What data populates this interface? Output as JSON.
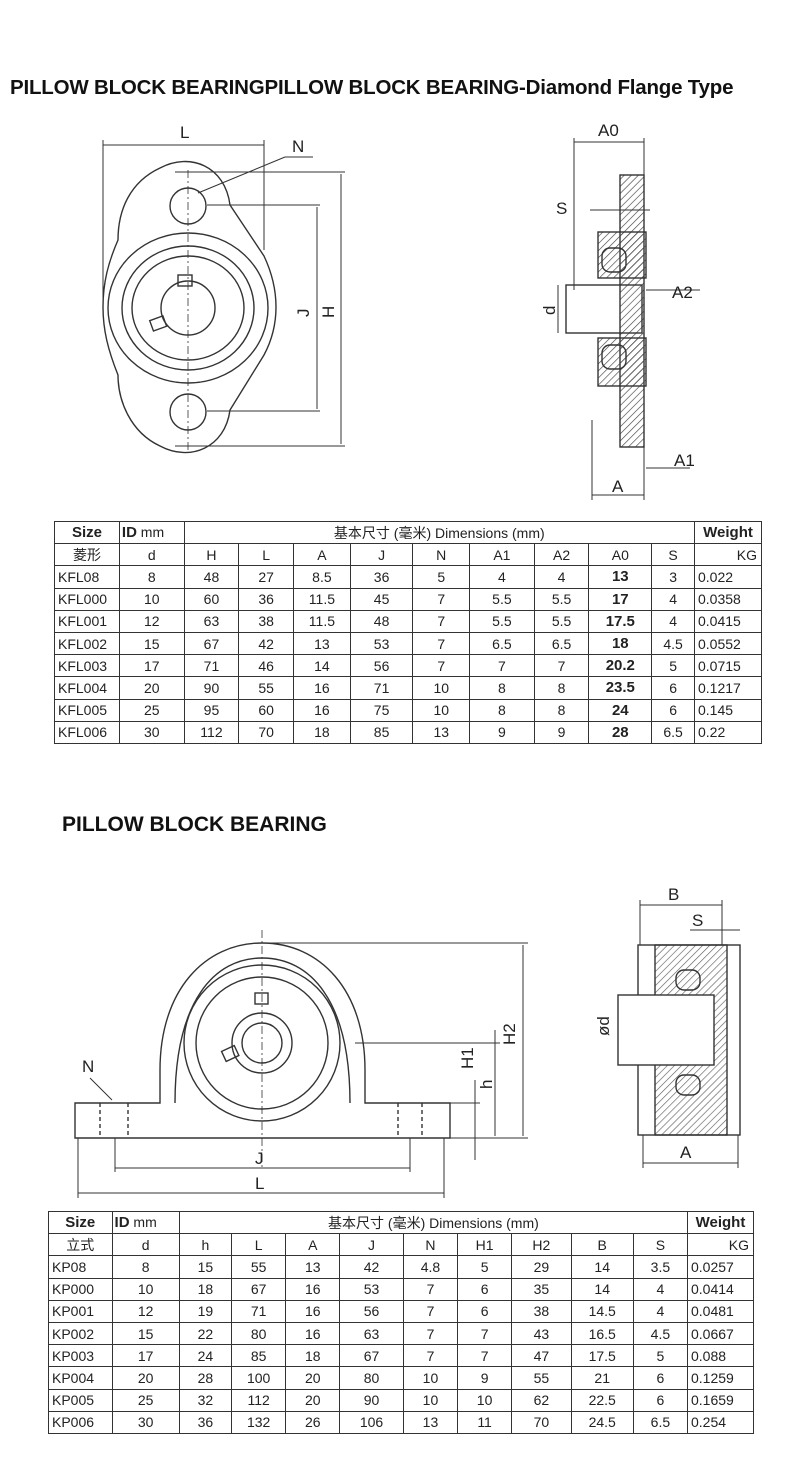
{
  "section1": {
    "title": "PILLOW BLOCK BEARINGPILLOW BLOCK BEARING-Diamond Flange Type",
    "drawing_labels": {
      "L": "L",
      "N": "N",
      "J": "J",
      "H": "H",
      "A0": "A0",
      "S": "S",
      "A2": "A2",
      "d": "d",
      "A1": "A1",
      "A": "A"
    },
    "table": {
      "header1": {
        "size": "Size",
        "id": "ID",
        "id_unit": "mm",
        "dims": "基本尺寸 (毫米) Dimensions (mm)",
        "weight": "Weight"
      },
      "header2": [
        "菱形",
        "d",
        "H",
        "L",
        "A",
        "J",
        "N",
        "A1",
        "A2",
        "A0",
        "S",
        "KG"
      ],
      "rows": [
        [
          "KFL08",
          "8",
          "48",
          "27",
          "8.5",
          "36",
          "5",
          "4",
          "4",
          "13",
          "3",
          "0.022"
        ],
        [
          "KFL000",
          "10",
          "60",
          "36",
          "11.5",
          "45",
          "7",
          "5.5",
          "5.5",
          "17",
          "4",
          "0.0358"
        ],
        [
          "KFL001",
          "12",
          "63",
          "38",
          "11.5",
          "48",
          "7",
          "5.5",
          "5.5",
          "17.5",
          "4",
          "0.0415"
        ],
        [
          "KFL002",
          "15",
          "67",
          "42",
          "13",
          "53",
          "7",
          "6.5",
          "6.5",
          "18",
          "4.5",
          "0.0552"
        ],
        [
          "KFL003",
          "17",
          "71",
          "46",
          "14",
          "56",
          "7",
          "7",
          "7",
          "20.2",
          "5",
          "0.0715"
        ],
        [
          "KFL004",
          "20",
          "90",
          "55",
          "16",
          "71",
          "10",
          "8",
          "8",
          "23.5",
          "6",
          "0.1217"
        ],
        [
          "KFL005",
          "25",
          "95",
          "60",
          "16",
          "75",
          "10",
          "8",
          "8",
          "24",
          "6",
          "0.145"
        ],
        [
          "KFL006",
          "30",
          "112",
          "70",
          "18",
          "85",
          "13",
          "9",
          "9",
          "28",
          "6.5",
          "0.22"
        ]
      ]
    }
  },
  "section2": {
    "title": "PILLOW BLOCK BEARING",
    "drawing_labels": {
      "N": "N",
      "J": "J",
      "L": "L",
      "H1": "H1",
      "h": "h",
      "H2": "H2",
      "B": "B",
      "S": "S",
      "d": "ød",
      "A": "A"
    },
    "table": {
      "header1": {
        "size": "Size",
        "id": "ID",
        "id_unit": "mm",
        "dims": "基本尺寸 (毫米) Dimensions (mm)",
        "weight": "Weight"
      },
      "header2": [
        "立式",
        "d",
        "h",
        "L",
        "A",
        "J",
        "N",
        "H1",
        "H2",
        "B",
        "S",
        "KG"
      ],
      "rows": [
        [
          "KP08",
          "8",
          "15",
          "55",
          "13",
          "42",
          "4.8",
          "5",
          "29",
          "14",
          "3.5",
          "0.0257"
        ],
        [
          "KP000",
          "10",
          "18",
          "67",
          "16",
          "53",
          "7",
          "6",
          "35",
          "14",
          "4",
          "0.0414"
        ],
        [
          "KP001",
          "12",
          "19",
          "71",
          "16",
          "56",
          "7",
          "6",
          "38",
          "14.5",
          "4",
          "0.0481"
        ],
        [
          "KP002",
          "15",
          "22",
          "80",
          "16",
          "63",
          "7",
          "7",
          "43",
          "16.5",
          "4.5",
          "0.0667"
        ],
        [
          "KP003",
          "17",
          "24",
          "85",
          "18",
          "67",
          "7",
          "7",
          "47",
          "17.5",
          "5",
          "0.088"
        ],
        [
          "KP004",
          "20",
          "28",
          "100",
          "20",
          "80",
          "10",
          "9",
          "55",
          "21",
          "6",
          "0.1259"
        ],
        [
          "KP005",
          "25",
          "32",
          "112",
          "20",
          "90",
          "10",
          "10",
          "62",
          "22.5",
          "6",
          "0.1659"
        ],
        [
          "KP006",
          "30",
          "36",
          "132",
          "26",
          "106",
          "13",
          "11",
          "70",
          "24.5",
          "6.5",
          "0.254"
        ]
      ]
    }
  }
}
